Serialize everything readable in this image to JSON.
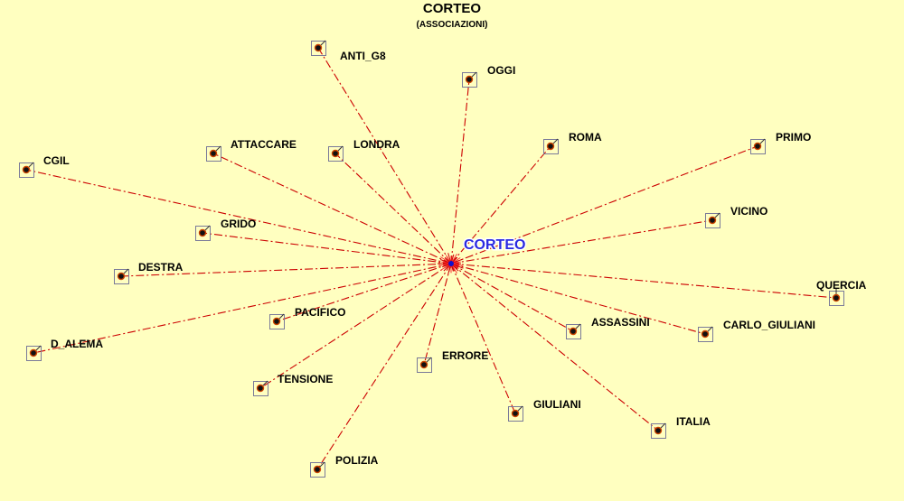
{
  "title": "CORTEO",
  "subtitle": "(ASSOCIAZIONI)",
  "colors": {
    "background": "#FFFFC0",
    "edge": "#CC0000",
    "node_dot": "#111111",
    "node_ring": "#CC4400",
    "node_box": "#7A7A99",
    "center_text": "#2A2AE0",
    "center_dot": "#1010CC"
  },
  "center": {
    "label": "CORTEO"
  },
  "nodes": [
    {
      "label": "ANTI_G8"
    },
    {
      "label": "OGGI"
    },
    {
      "label": "ATTACCARE"
    },
    {
      "label": "LONDRA"
    },
    {
      "label": "ROMA"
    },
    {
      "label": "PRIMO"
    },
    {
      "label": "CGIL"
    },
    {
      "label": "GRIDO"
    },
    {
      "label": "VICINO"
    },
    {
      "label": "DESTRA"
    },
    {
      "label": "QUERCIA"
    },
    {
      "label": "PACIFICO"
    },
    {
      "label": "ASSASSINI"
    },
    {
      "label": "CARLO_GIULIANI"
    },
    {
      "label": "D_ALEMA"
    },
    {
      "label": "ERRORE"
    },
    {
      "label": "TENSIONE"
    },
    {
      "label": "GIULIANI"
    },
    {
      "label": "ITALIA"
    },
    {
      "label": "POLIZIA"
    }
  ]
}
